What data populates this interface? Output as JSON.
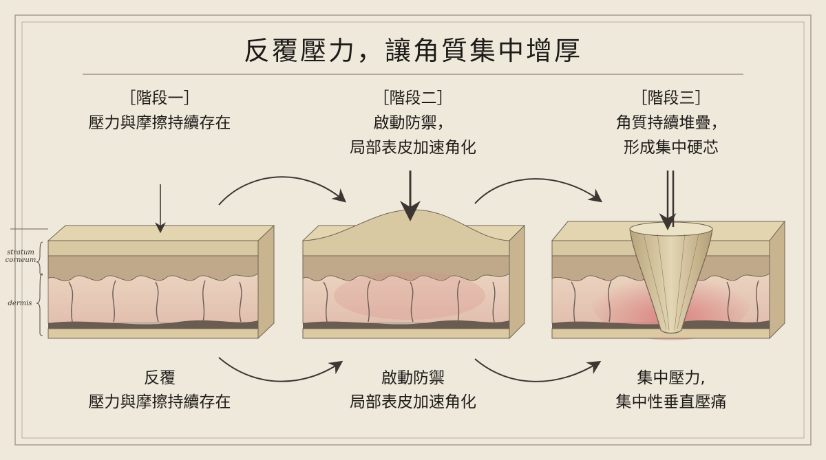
{
  "title": "反覆壓力，讓角質集中增厚",
  "stages": [
    {
      "tag": "［階段一］",
      "lines": [
        "壓力與摩擦持續存在",
        ""
      ],
      "caption": [
        "反覆",
        "壓力與摩擦持續存在"
      ]
    },
    {
      "tag": "［階段二］",
      "lines": [
        "啟動防禦，",
        "局部表皮加速角化"
      ],
      "caption": [
        "啟動防禦",
        "局部表皮加速角化"
      ]
    },
    {
      "tag": "［階段三］",
      "lines": [
        "角質持續堆疊，",
        "形成集中硬芯"
      ],
      "caption": [
        "集中壓力,",
        "集中性垂直壓痛"
      ]
    }
  ],
  "layer_labels": {
    "stratum_1": "stratum",
    "stratum_2": "corneum",
    "dermis": "dermis"
  },
  "colors": {
    "paper": "#efe9dc",
    "corneum": "#d9c9a3",
    "epidermis": "#cbb58f",
    "dermis": "#e6c6b6",
    "dermis_red": "#d98a86",
    "vessel": "#6b5c52",
    "ink": "#1d1b18"
  }
}
